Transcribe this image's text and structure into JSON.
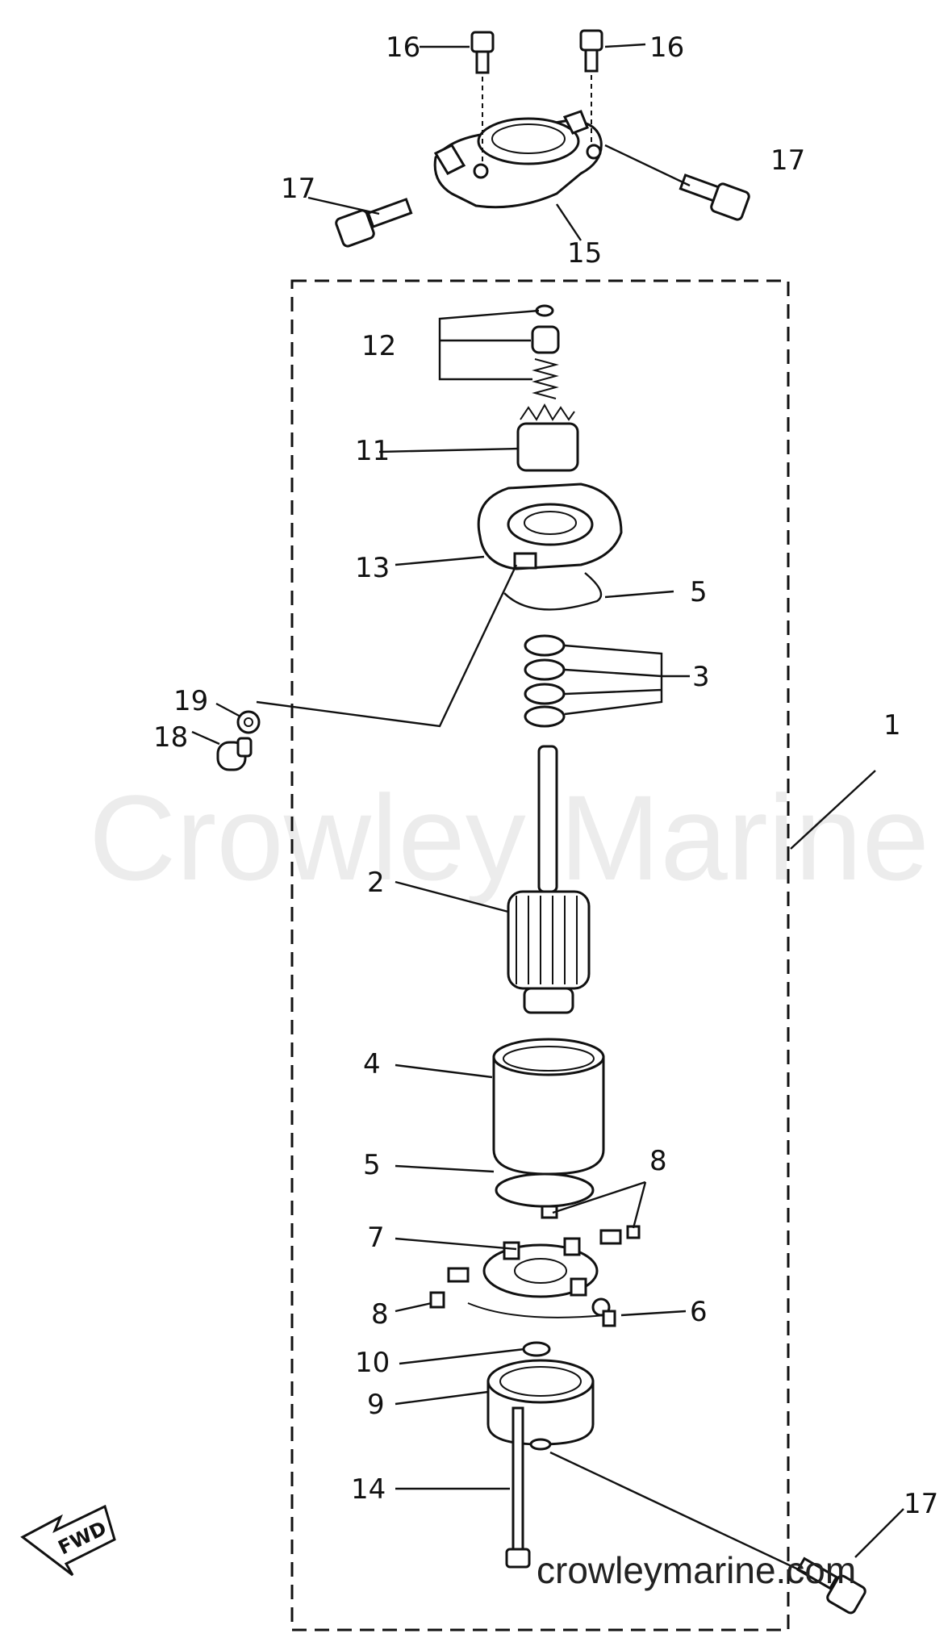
{
  "watermark": "Crowley Marine",
  "site_url": "crowleymarine.com",
  "fwd_label": "FWD",
  "part_labels": {
    "p1": "1",
    "p2": "2",
    "p3": "3",
    "p4": "4",
    "p5a": "5",
    "p5b": "5",
    "p6": "6",
    "p7": "7",
    "p8a": "8",
    "p8b": "8",
    "p9": "9",
    "p10": "10",
    "p11": "11",
    "p12": "12",
    "p13": "13",
    "p14": "14",
    "p15": "15",
    "p16a": "16",
    "p16b": "16",
    "p17a": "17",
    "p17b": "17",
    "p17c": "17",
    "p18": "18",
    "p19": "19"
  }
}
